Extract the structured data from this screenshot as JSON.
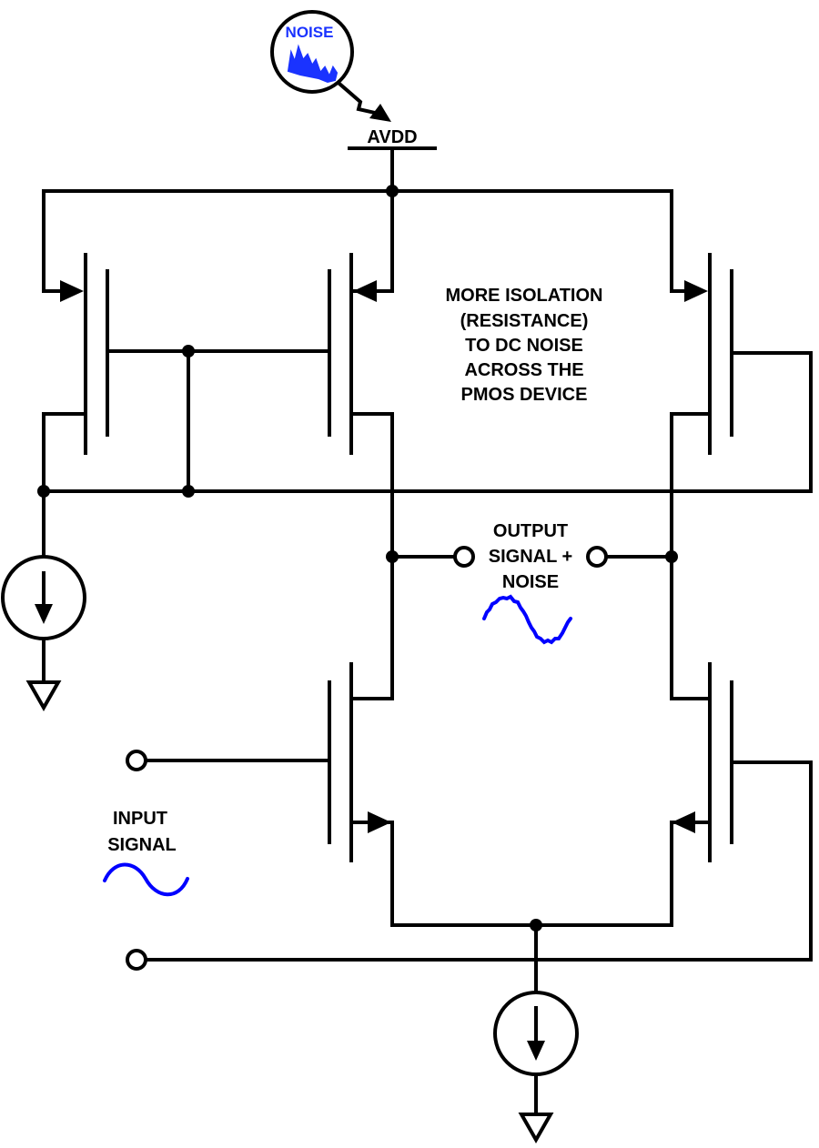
{
  "labels": {
    "noise_bubble": "NOISE",
    "supply": "AVDD",
    "isolation_note": [
      "MORE ISOLATION",
      "(RESISTANCE)",
      "TO DC NOISE",
      "ACROSS THE",
      "PMOS DEVICE"
    ],
    "output": [
      "OUTPUT",
      "SIGNAL +",
      "NOISE"
    ],
    "input": [
      "INPUT",
      "SIGNAL"
    ]
  },
  "colors": {
    "wire": "#000000",
    "signal_wave": "#0000ff",
    "noise_text": "#1a33ff"
  }
}
